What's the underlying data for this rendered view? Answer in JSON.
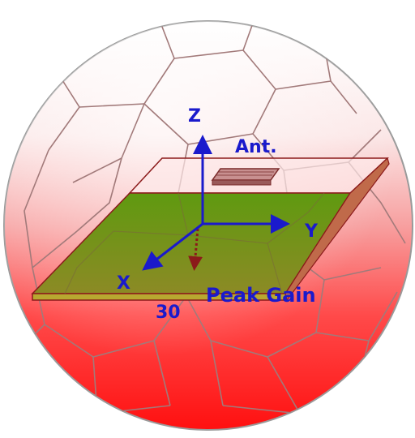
{
  "labels": {
    "axis_z": "Z",
    "axis_y": "Y",
    "axis_x": "X",
    "antenna": "Ant.",
    "peak_gain": "Peak Gain",
    "value": "30"
  },
  "colors": {
    "sphere_bottom": "#ff1a1a",
    "sphere_top": "#ffffff",
    "board": "#6b8f1a",
    "board_edge": "#b02020",
    "axis": "#1a1acc",
    "gain_arrow": "#8b1a1a",
    "text": "#1a1acc"
  }
}
